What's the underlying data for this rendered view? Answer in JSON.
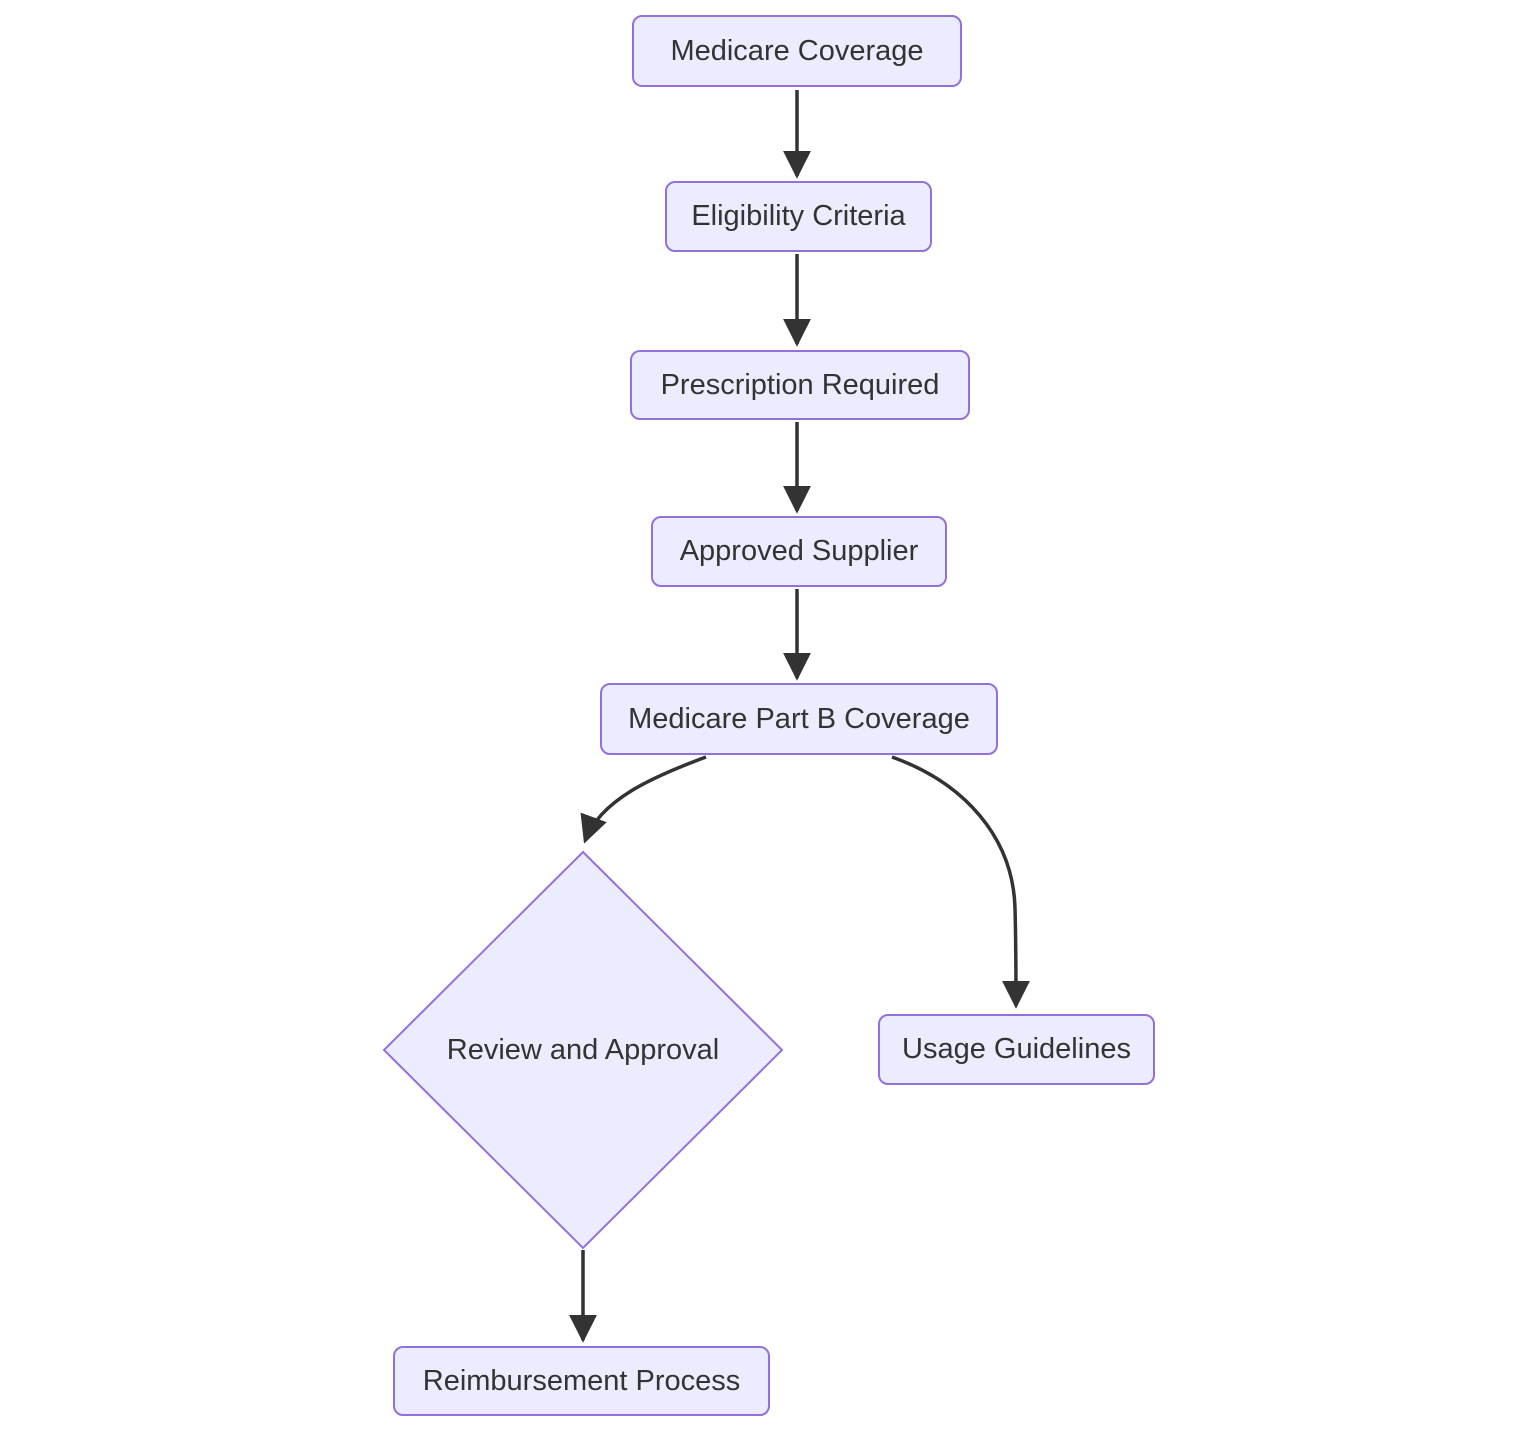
{
  "diagram": {
    "type": "flowchart",
    "direction": "top-down",
    "colors": {
      "node_fill": "#ECECFF",
      "node_border": "#9370DB",
      "text": "#333333",
      "edge": "#333333",
      "background": "#ffffff"
    },
    "nodes": {
      "medicare_coverage": {
        "label": "Medicare Coverage",
        "shape": "rect"
      },
      "eligibility_criteria": {
        "label": "Eligibility Criteria",
        "shape": "rect"
      },
      "prescription_required": {
        "label": "Prescription Required",
        "shape": "rect"
      },
      "approved_supplier": {
        "label": "Approved Supplier",
        "shape": "rect"
      },
      "part_b_coverage": {
        "label": "Medicare Part B Coverage",
        "shape": "rect"
      },
      "review_approval": {
        "label": "Review and Approval",
        "shape": "diamond"
      },
      "usage_guidelines": {
        "label": "Usage Guidelines",
        "shape": "rect"
      },
      "reimbursement_process": {
        "label": "Reimbursement Process",
        "shape": "rect"
      }
    },
    "edges": [
      {
        "from": "medicare_coverage",
        "to": "eligibility_criteria"
      },
      {
        "from": "eligibility_criteria",
        "to": "prescription_required"
      },
      {
        "from": "prescription_required",
        "to": "approved_supplier"
      },
      {
        "from": "approved_supplier",
        "to": "part_b_coverage"
      },
      {
        "from": "part_b_coverage",
        "to": "review_approval"
      },
      {
        "from": "part_b_coverage",
        "to": "usage_guidelines"
      },
      {
        "from": "review_approval",
        "to": "reimbursement_process"
      }
    ]
  }
}
